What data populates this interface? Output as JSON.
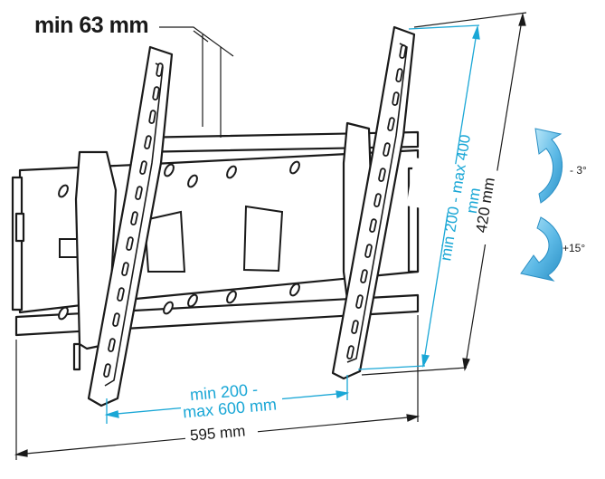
{
  "labels": {
    "depth": "min 63 mm",
    "height": "420 mm",
    "width": "595 mm",
    "vesa_vertical": "min 200 - max 400 mm",
    "vesa_horizontal_line1": "min 200 -",
    "vesa_horizontal_line2": "max 600 mm",
    "tilt_up": "- 3°",
    "tilt_down": "+15°"
  },
  "colors": {
    "line": "#1a1a1a",
    "dimension_blue": "#1aa7d6",
    "arrow_blue_light": "#8fd3f0",
    "arrow_blue_dark": "#2a8fc4",
    "plate_fill": "#ffffff"
  },
  "icons": [
    "curved-arrow-up-icon",
    "curved-arrow-down-icon"
  ]
}
